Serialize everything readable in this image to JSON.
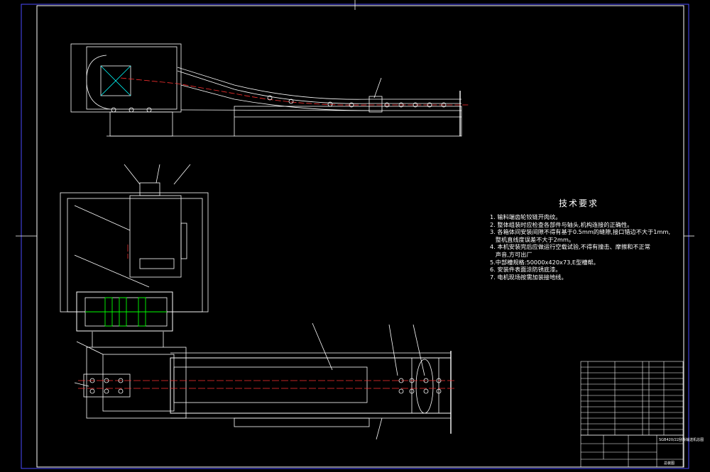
{
  "technical_requirements": {
    "title": "技术要求",
    "items": [
      "1. 输料端齿轮铰链开肉纹。",
      "2. 整体组装时应检查各部件与轴头,机构连接的正确性。",
      "3. 各箱体间安装间隙不得有基于0.5mm的缝隙,接口错边不大于1mm,",
      "   整机直线度误差不大于2mm。",
      "4. 本机安装完后应做运行空载试验,不得有撞击、摩擦和不正常",
      "   声音,方可出厂",
      "5.中部槽规格:50000x420x73,E型槽帮。",
      "6. 安装件表面涂防锈底漆。",
      "7. 电机现场按需加装接地线。"
    ]
  },
  "title_block": {
    "drawing_title": "SGB420/22刮板输送机总图",
    "sheet": "总装图"
  },
  "colors": {
    "background": "#000000",
    "frame": "#3a3aff",
    "lines": "#ffffff",
    "center": "#ff3030",
    "green": "#00ff00",
    "cyan": "#00ffff"
  }
}
